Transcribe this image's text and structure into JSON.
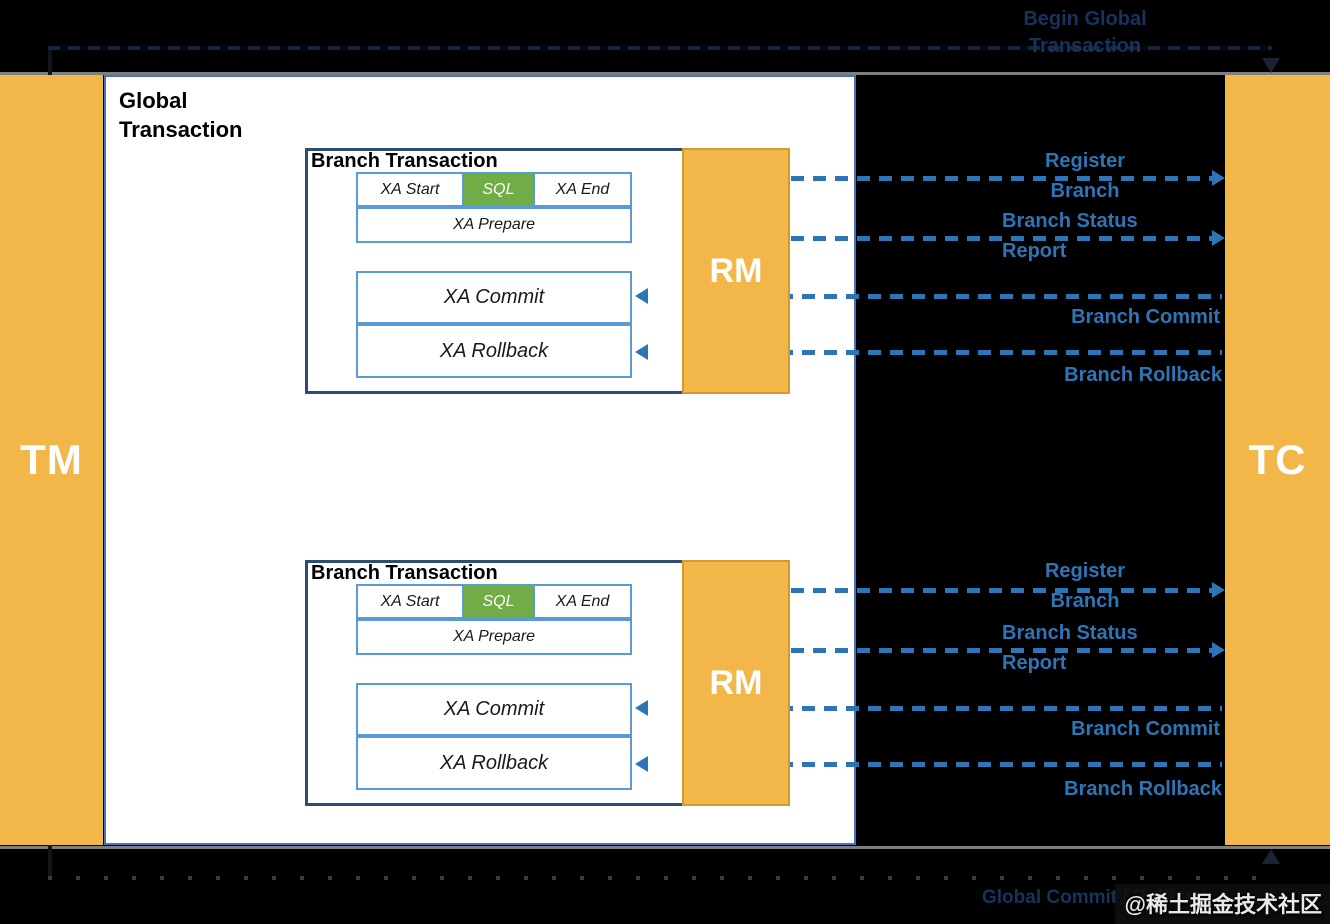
{
  "diagram": {
    "tm_label": "TM",
    "tc_label": "TC",
    "global_transaction_title": "Global\nTransaction",
    "top_flow_label": "Begin Global\nTransaction",
    "bottom_flow_label": "Global Commit / Rollback",
    "watermark": "@稀土掘金技术社区",
    "colors": {
      "background": "#000000",
      "pillar_yellow": "#f2b748",
      "message_blue": "#2e75b6",
      "inner_border_blue": "#5b9bd5",
      "branch_border_navy": "#2e4d76",
      "global_border_blue": "#4472c4",
      "sql_green": "#70ad47",
      "hidden_flow_navy": "#16335e"
    },
    "branches": [
      {
        "title": "Branch Transaction",
        "rm_label": "RM",
        "steps": {
          "xa_start": "XA Start",
          "sql": "SQL",
          "xa_end": "XA End",
          "xa_prepare": "XA Prepare",
          "xa_commit": "XA Commit",
          "xa_rollback": "XA Rollback"
        },
        "messages": {
          "register": "Register\nBranch",
          "status": "Branch Status\nReport",
          "commit": "Branch Commit",
          "rollback": "Branch Rollback"
        }
      },
      {
        "title": "Branch Transaction",
        "rm_label": "RM",
        "steps": {
          "xa_start": "XA Start",
          "sql": "SQL",
          "xa_end": "XA End",
          "xa_prepare": "XA Prepare",
          "xa_commit": "XA Commit",
          "xa_rollback": "XA Rollback"
        },
        "messages": {
          "register": "Register\nBranch",
          "status": "Branch Status\nReport",
          "commit": "Branch Commit",
          "rollback": "Branch Rollback"
        }
      }
    ]
  }
}
